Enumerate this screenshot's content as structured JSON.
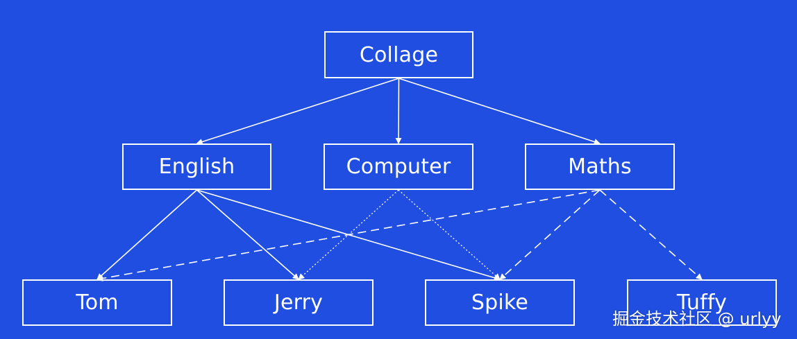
{
  "colors": {
    "background": "#1f4ee0",
    "foreground": "#ffffff"
  },
  "nodes": {
    "collage": "Collage",
    "english": "English",
    "computer": "Computer",
    "maths": "Maths",
    "tom": "Tom",
    "jerry": "Jerry",
    "spike": "Spike",
    "tuffy": "Tuffy"
  },
  "edges": [
    {
      "from": "collage",
      "to": "english",
      "style": "solid"
    },
    {
      "from": "collage",
      "to": "computer",
      "style": "solid"
    },
    {
      "from": "collage",
      "to": "maths",
      "style": "solid"
    },
    {
      "from": "english",
      "to": "tom",
      "style": "solid"
    },
    {
      "from": "english",
      "to": "jerry",
      "style": "solid"
    },
    {
      "from": "english",
      "to": "spike",
      "style": "solid"
    },
    {
      "from": "computer",
      "to": "jerry",
      "style": "dotted"
    },
    {
      "from": "computer",
      "to": "spike",
      "style": "dotted"
    },
    {
      "from": "maths",
      "to": "tom",
      "style": "dashed"
    },
    {
      "from": "maths",
      "to": "spike",
      "style": "dashed"
    },
    {
      "from": "maths",
      "to": "tuffy",
      "style": "dashed"
    }
  ],
  "watermark": "掘金技术社区 @ urlyy"
}
